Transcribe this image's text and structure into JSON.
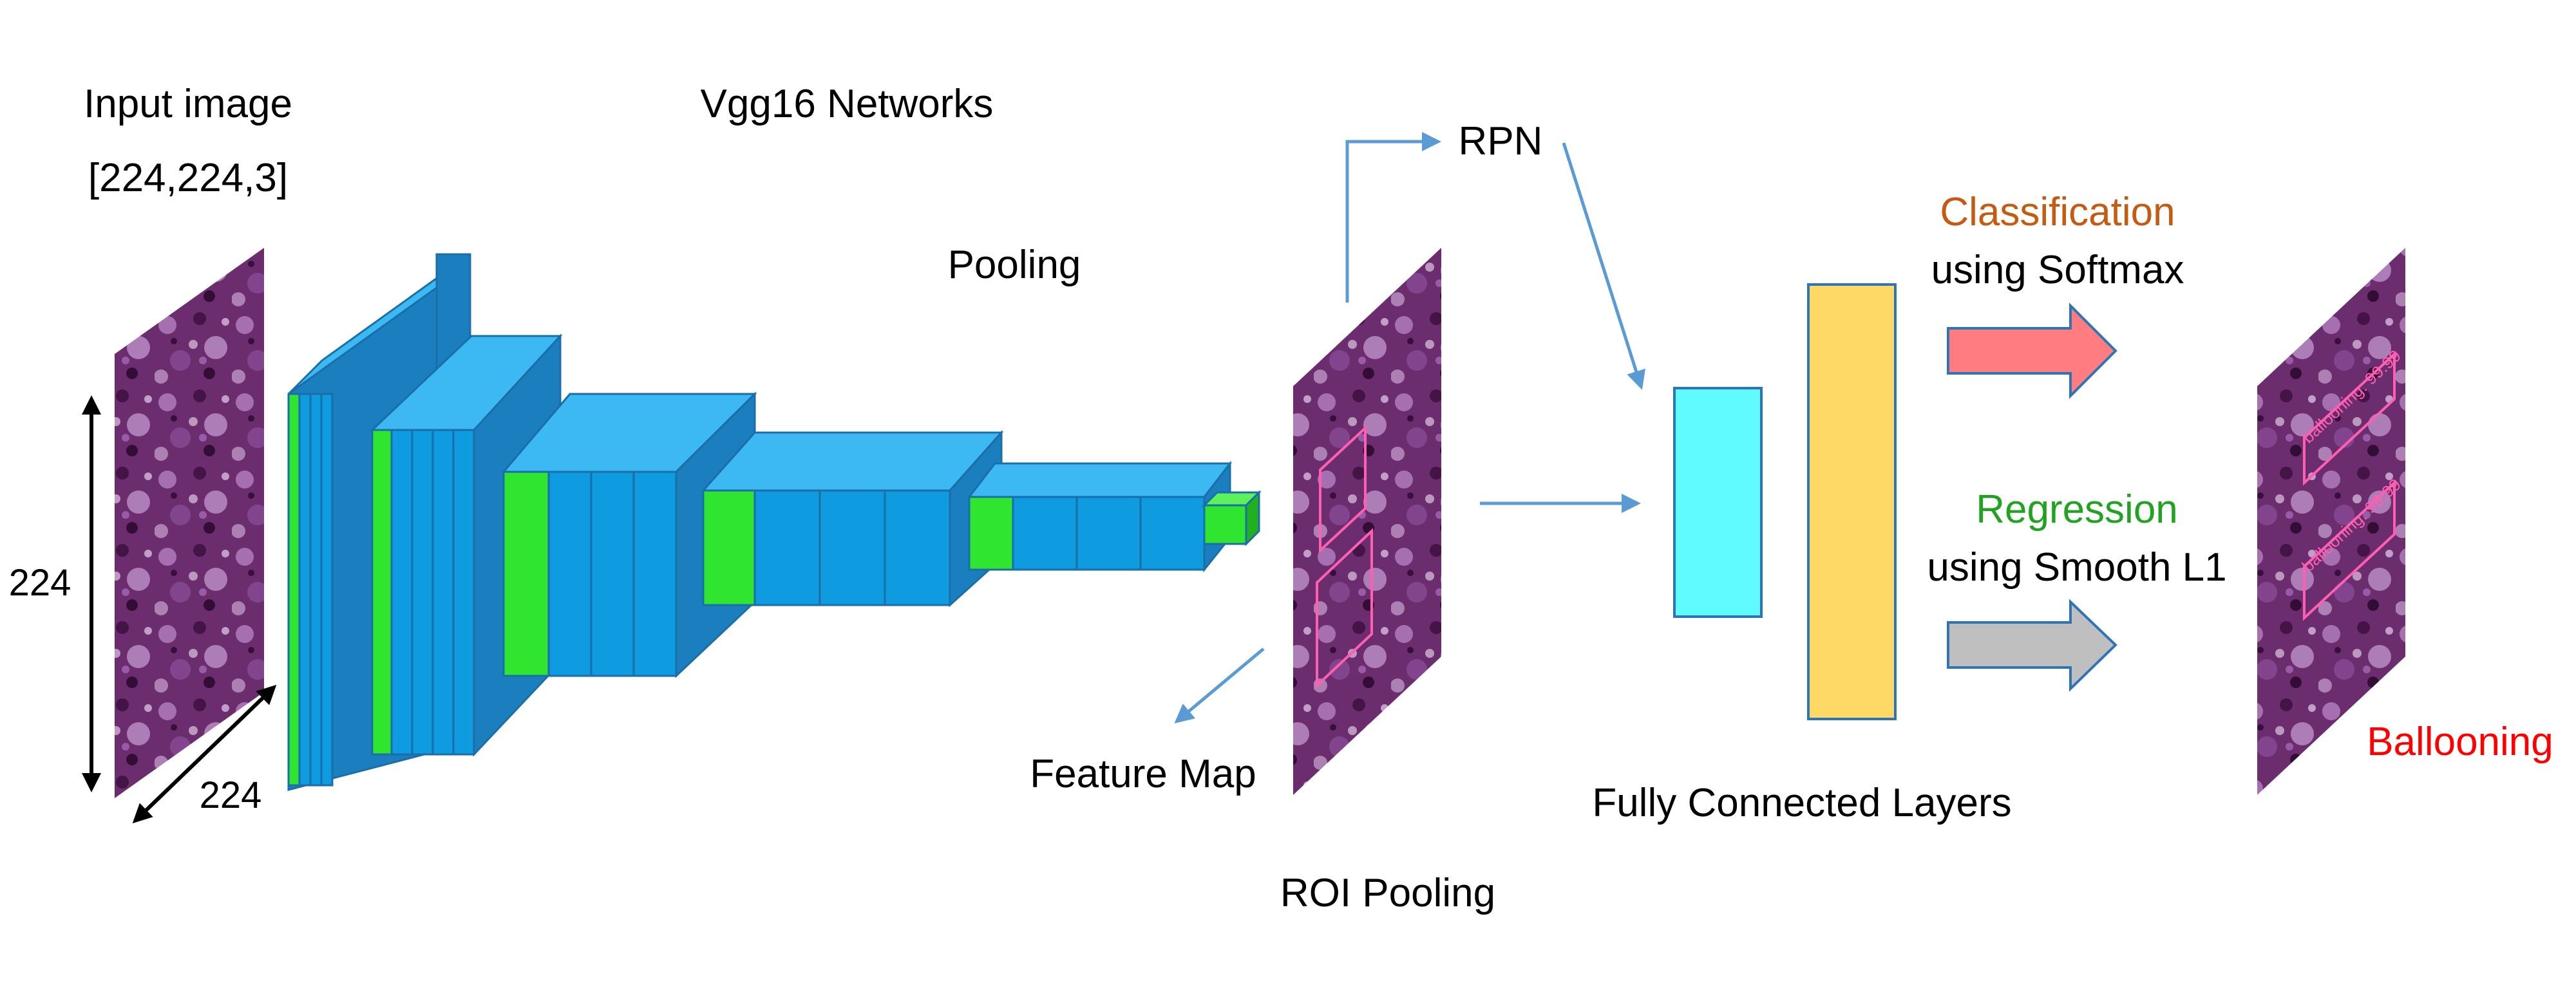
{
  "labels": {
    "input_image": "Input image",
    "input_shape": "[224,224,3]",
    "vgg16": "Vgg16 Networks",
    "pooling": "Pooling",
    "rpn": "RPN",
    "feature_map": "Feature Map",
    "roi_pooling": "ROI Pooling",
    "fully_connected": "Fully Connected Layers",
    "classification": "Classification",
    "softmax": "using Softmax",
    "regression": "Regression",
    "smooth_l1": "using Smooth L1",
    "ballooning": "Ballooning",
    "height_dim": "224",
    "width_dim": "224"
  },
  "detection_labels": [
    "ballooning: 99.99",
    "ballooning: 99.99"
  ],
  "colors": {
    "conv_blue": "#0e9be0",
    "conv_blue_top": "#3cb8f2",
    "conv_blue_side": "#1b7fbf",
    "pool_green": "#2fe52f",
    "pool_green_top": "#5df25d",
    "fc_cyan": "#5ffbff",
    "fc_yellow": "#ffd966",
    "arrow_blue": "#5b9bd5",
    "classification_text": "#c55a11",
    "regression_text": "#21a321",
    "ballooning_text": "#ff0000",
    "classification_arrow": "#ff7c80",
    "regression_arrow": "#bfbfbf",
    "tissue_base": "#6b2d6e"
  }
}
